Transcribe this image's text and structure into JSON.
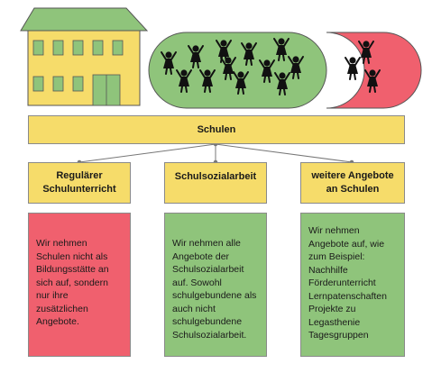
{
  "header": {
    "label": "Schulen"
  },
  "columns": [
    {
      "title": "Regulärer Schulunterricht",
      "title_lines": [
        "Regulärer",
        "Schulunterricht"
      ],
      "color": "#f0606e",
      "text_lines": [
        "Wir nehmen",
        "Schulen nicht als",
        "Bildungsstätte an",
        "sich auf, sondern",
        "nur ihre",
        "zusätzlichen",
        "Angebote."
      ]
    },
    {
      "title": "Schulsozialarbeit",
      "title_lines": [
        "Schulsozialarbeit"
      ],
      "color": "#8fc47b",
      "text_lines": [
        "Wir nehmen alle",
        "Angebote der",
        "Schulsozialarbeit",
        "auf. Sowohl",
        "schulgebundene als",
        "auch nicht",
        "schulgebundene",
        "Schulsozialarbeit."
      ]
    },
    {
      "title": "weitere Angebote an Schulen",
      "title_lines": [
        "weitere Angebote",
        "an Schulen"
      ],
      "color": "#8fc47b",
      "text_lines": [
        "Wir nehmen",
        "Angebote auf, wie",
        "zum Beispiel:",
        "Nachhilfe",
        "Förderunterricht",
        "Lernpatenschaften",
        "Projekte zu",
        "Legasthenie",
        "Tagesgruppen"
      ]
    }
  ],
  "icons": {
    "school": "school-building-icon",
    "children_green": "children-group-icon",
    "children_red": "children-group-icon"
  },
  "colors": {
    "building": "#f6dc6a",
    "yellow": "#f6dc6a",
    "red": "#f0606e",
    "green": "#8fc47b",
    "window": "#8fc47b",
    "roof": "#8fc47b"
  }
}
